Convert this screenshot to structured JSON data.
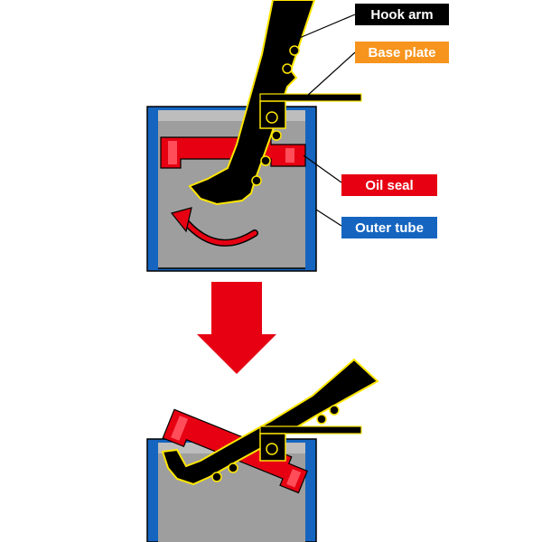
{
  "labels": {
    "hook_arm": "Hook arm",
    "base_plate": "Base plate",
    "oil_seal": "Oil seal",
    "outer_tube": "Outer tube"
  },
  "label_colors": {
    "hook_arm": "#000000",
    "base_plate": "#f7941d",
    "oil_seal": "#e60012",
    "outer_tube": "#1565c0"
  },
  "part_colors": {
    "tube_wall": "#1565c0",
    "tube_interior": "#9e9e9e",
    "seal": "#e60012",
    "tool": "#000000",
    "tool_outline": "#ffe600",
    "arrow": "#e60012"
  }
}
